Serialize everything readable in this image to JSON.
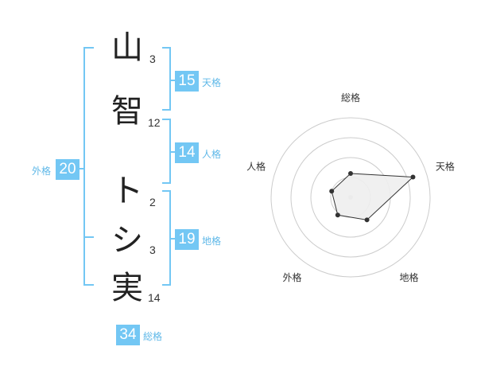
{
  "name": {
    "characters": [
      {
        "char": "山",
        "strokes": "3"
      },
      {
        "char": "智",
        "strokes": "12"
      },
      {
        "char": "ト",
        "strokes": "2"
      },
      {
        "char": "シ",
        "strokes": "3"
      },
      {
        "char": "実",
        "strokes": "14"
      }
    ]
  },
  "kakusu": {
    "tenkaku": {
      "value": "15",
      "label": "天格"
    },
    "jinkaku": {
      "value": "14",
      "label": "人格"
    },
    "chikaku": {
      "value": "19",
      "label": "地格"
    },
    "gaikaku": {
      "value": "20",
      "label": "外格"
    },
    "soukaku": {
      "value": "34",
      "label": "総格"
    }
  },
  "colors": {
    "accent": "#73c7f4",
    "bracket": "#73c7f4",
    "radar_fill": "#eeeeee",
    "radar_line": "#333333"
  },
  "chart_data": {
    "type": "radar",
    "axes": [
      "総格",
      "天格",
      "地格",
      "外格",
      "人格"
    ],
    "scale_levels": 4,
    "values": [
      1.2,
      3.3,
      1.4,
      1.1,
      1.0
    ],
    "max": 4
  }
}
